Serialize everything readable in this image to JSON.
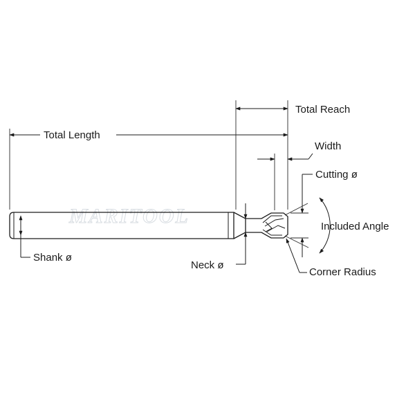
{
  "diagram": {
    "labels": {
      "total_length": "Total Length",
      "total_reach": "Total Reach",
      "width": "Width",
      "cutting_diameter": "Cutting ø",
      "included_angle": "Included Angle",
      "shank_diameter": "Shank ø",
      "neck_diameter": "Neck ø",
      "corner_radius": "Corner Radius"
    },
    "watermark": "MARITOOL",
    "colors": {
      "line": "#1a1a1a",
      "background": "#ffffff",
      "watermark": "#d8dde2"
    }
  }
}
